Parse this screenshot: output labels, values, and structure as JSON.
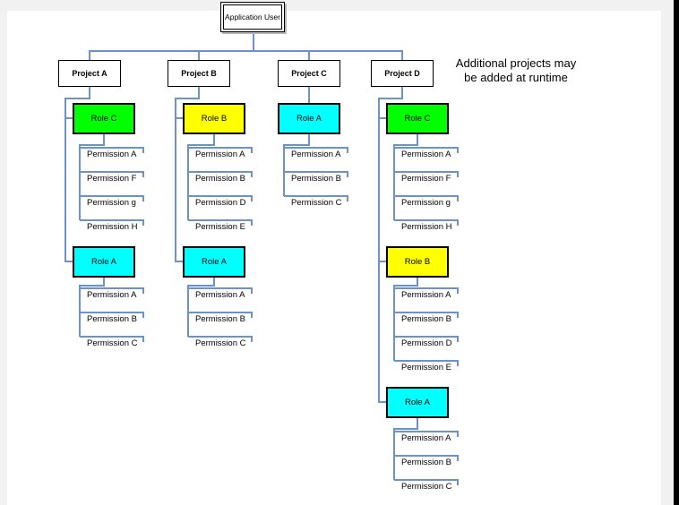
{
  "root": {
    "label": "Application User"
  },
  "annotation": {
    "line1": "Additional projects may",
    "line2": "be added at runtime"
  },
  "colors": {
    "role_green": "#00ff00",
    "role_yellow": "#ffff00",
    "role_cyan": "#00ffff",
    "connector_blue": "#6b93c7",
    "page_frame_gray": "#f1f1f1",
    "edge_black": "#000000"
  },
  "projects": [
    {
      "label": "Project A",
      "roles": [
        {
          "label": "Role C",
          "color": "green",
          "permissions": [
            "Permission A",
            "Permission F",
            "Permission g",
            "Permission H"
          ]
        },
        {
          "label": "Role A",
          "color": "cyan",
          "permissions": [
            "Permission A",
            "Permission B",
            "Permission C"
          ]
        }
      ]
    },
    {
      "label": "Project B",
      "roles": [
        {
          "label": "Role B",
          "color": "yellow",
          "permissions": [
            "Permission A",
            "Permission B",
            "Permission D",
            "Permission E"
          ]
        },
        {
          "label": "Role A",
          "color": "cyan",
          "permissions": [
            "Permission A",
            "Permission B",
            "Permission C"
          ]
        }
      ]
    },
    {
      "label": "Project C",
      "roles": [
        {
          "label": "Role A",
          "color": "cyan",
          "permissions": [
            "Permission A",
            "Permission B",
            "Permission C"
          ]
        }
      ]
    },
    {
      "label": "Project D",
      "roles": [
        {
          "label": "Role C",
          "color": "green",
          "permissions": [
            "Permission A",
            "Permission F",
            "Permission g",
            "Permission H"
          ]
        },
        {
          "label": "Role B",
          "color": "yellow",
          "permissions": [
            "Permission A",
            "Permission B",
            "Permission D",
            "Permission E"
          ]
        },
        {
          "label": "Role A",
          "color": "cyan",
          "permissions": [
            "Permission A",
            "Permission B",
            "Permission C"
          ]
        }
      ]
    }
  ]
}
